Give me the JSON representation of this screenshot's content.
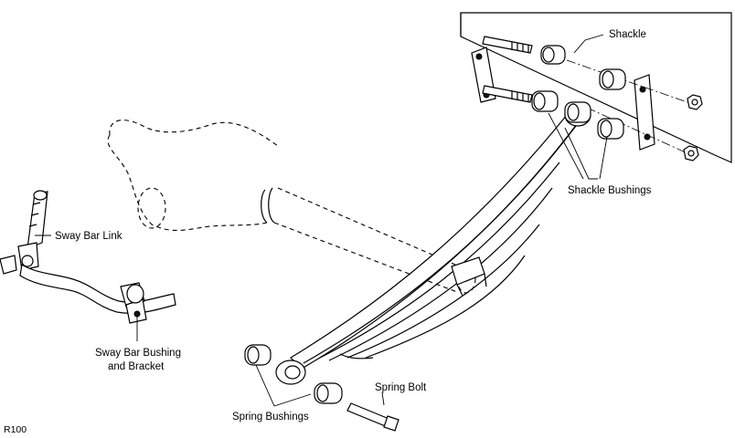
{
  "labels": {
    "shackle": "Shackle",
    "shackle_bushings": "Shackle Bushings",
    "sway_bar_link": "Sway Bar Link",
    "sway_bar_bushing_line1": "Sway Bar Bushing",
    "sway_bar_bushing_line2": "and Bracket",
    "spring_bolt": "Spring Bolt",
    "spring_bushings": "Spring Bushings"
  },
  "figure_code": "R100"
}
